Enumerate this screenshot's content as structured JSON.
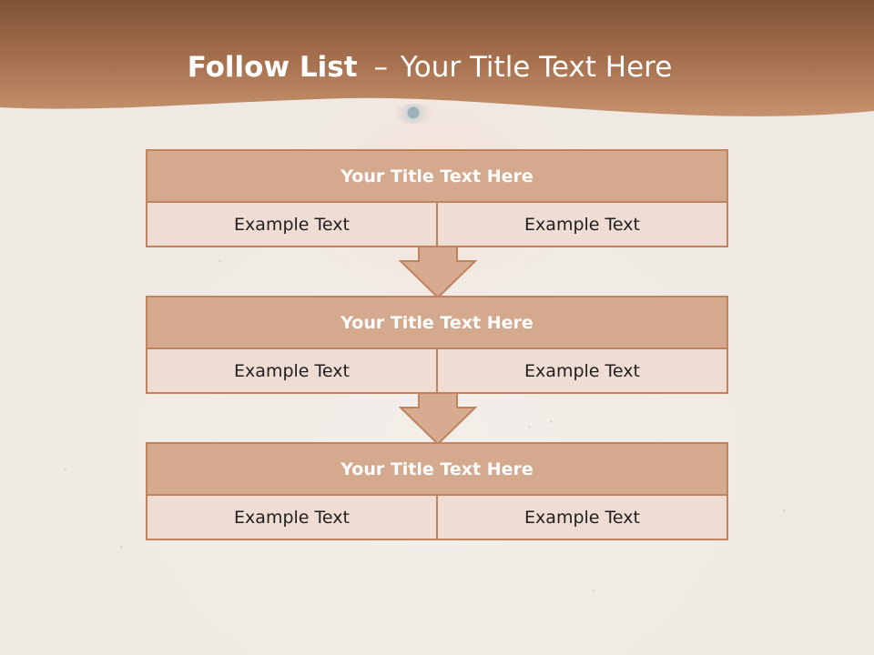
{
  "slide": {
    "title_bold": "Follow List",
    "title_separator": "–",
    "title_rest": "Your Title Text Here"
  },
  "blocks": [
    {
      "title": "Your Title Text Here",
      "left_text": "Example Text",
      "right_text": "Example Text"
    },
    {
      "title": "Your Title Text Here",
      "left_text": "Example Text",
      "right_text": "Example Text"
    },
    {
      "title": "Your Title Text Here",
      "left_text": "Example Text",
      "right_text": "Example Text"
    }
  ],
  "colors": {
    "header_dark": "#7f5236",
    "header_light": "#c6926d",
    "block_title_bg": "#d4a98d",
    "block_cell_bg": "#efdcd3",
    "block_border": "#c0835e",
    "arrow_fill": "#d6ab8f"
  }
}
